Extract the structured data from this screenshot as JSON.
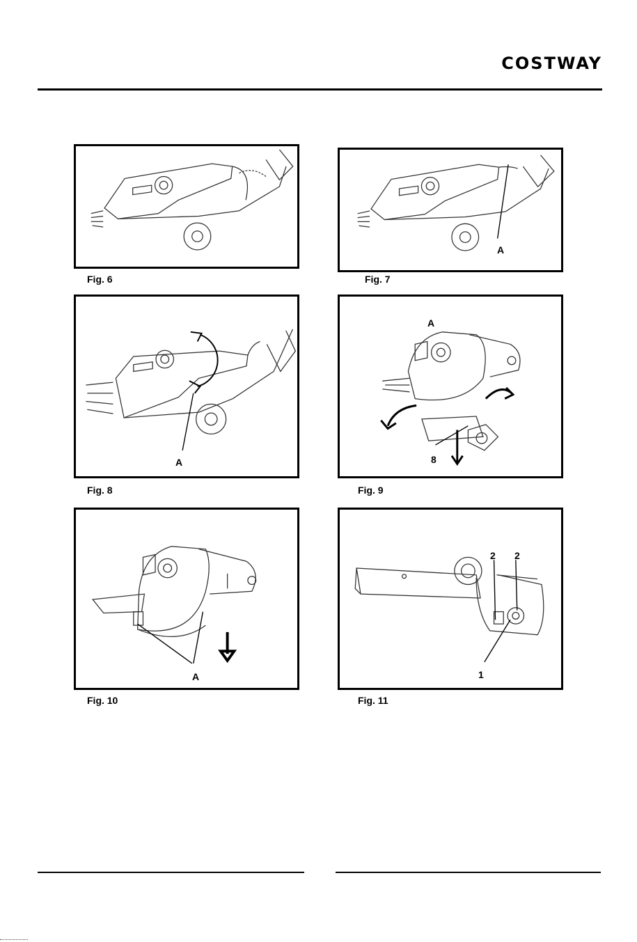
{
  "header": {
    "brand": "COSTWAY"
  },
  "figures": [
    {
      "caption": "Fig. 6",
      "callouts": []
    },
    {
      "caption": "Fig. 7",
      "callouts": [
        "A"
      ]
    },
    {
      "caption": "Fig. 8",
      "callouts": [
        "A"
      ]
    },
    {
      "caption": "Fig. 9",
      "callouts": [
        "A",
        "8"
      ]
    },
    {
      "caption": "Fig. 10",
      "callouts": [
        "A"
      ]
    },
    {
      "caption": "Fig. 11",
      "callouts": [
        "2",
        "2",
        "1"
      ]
    }
  ]
}
